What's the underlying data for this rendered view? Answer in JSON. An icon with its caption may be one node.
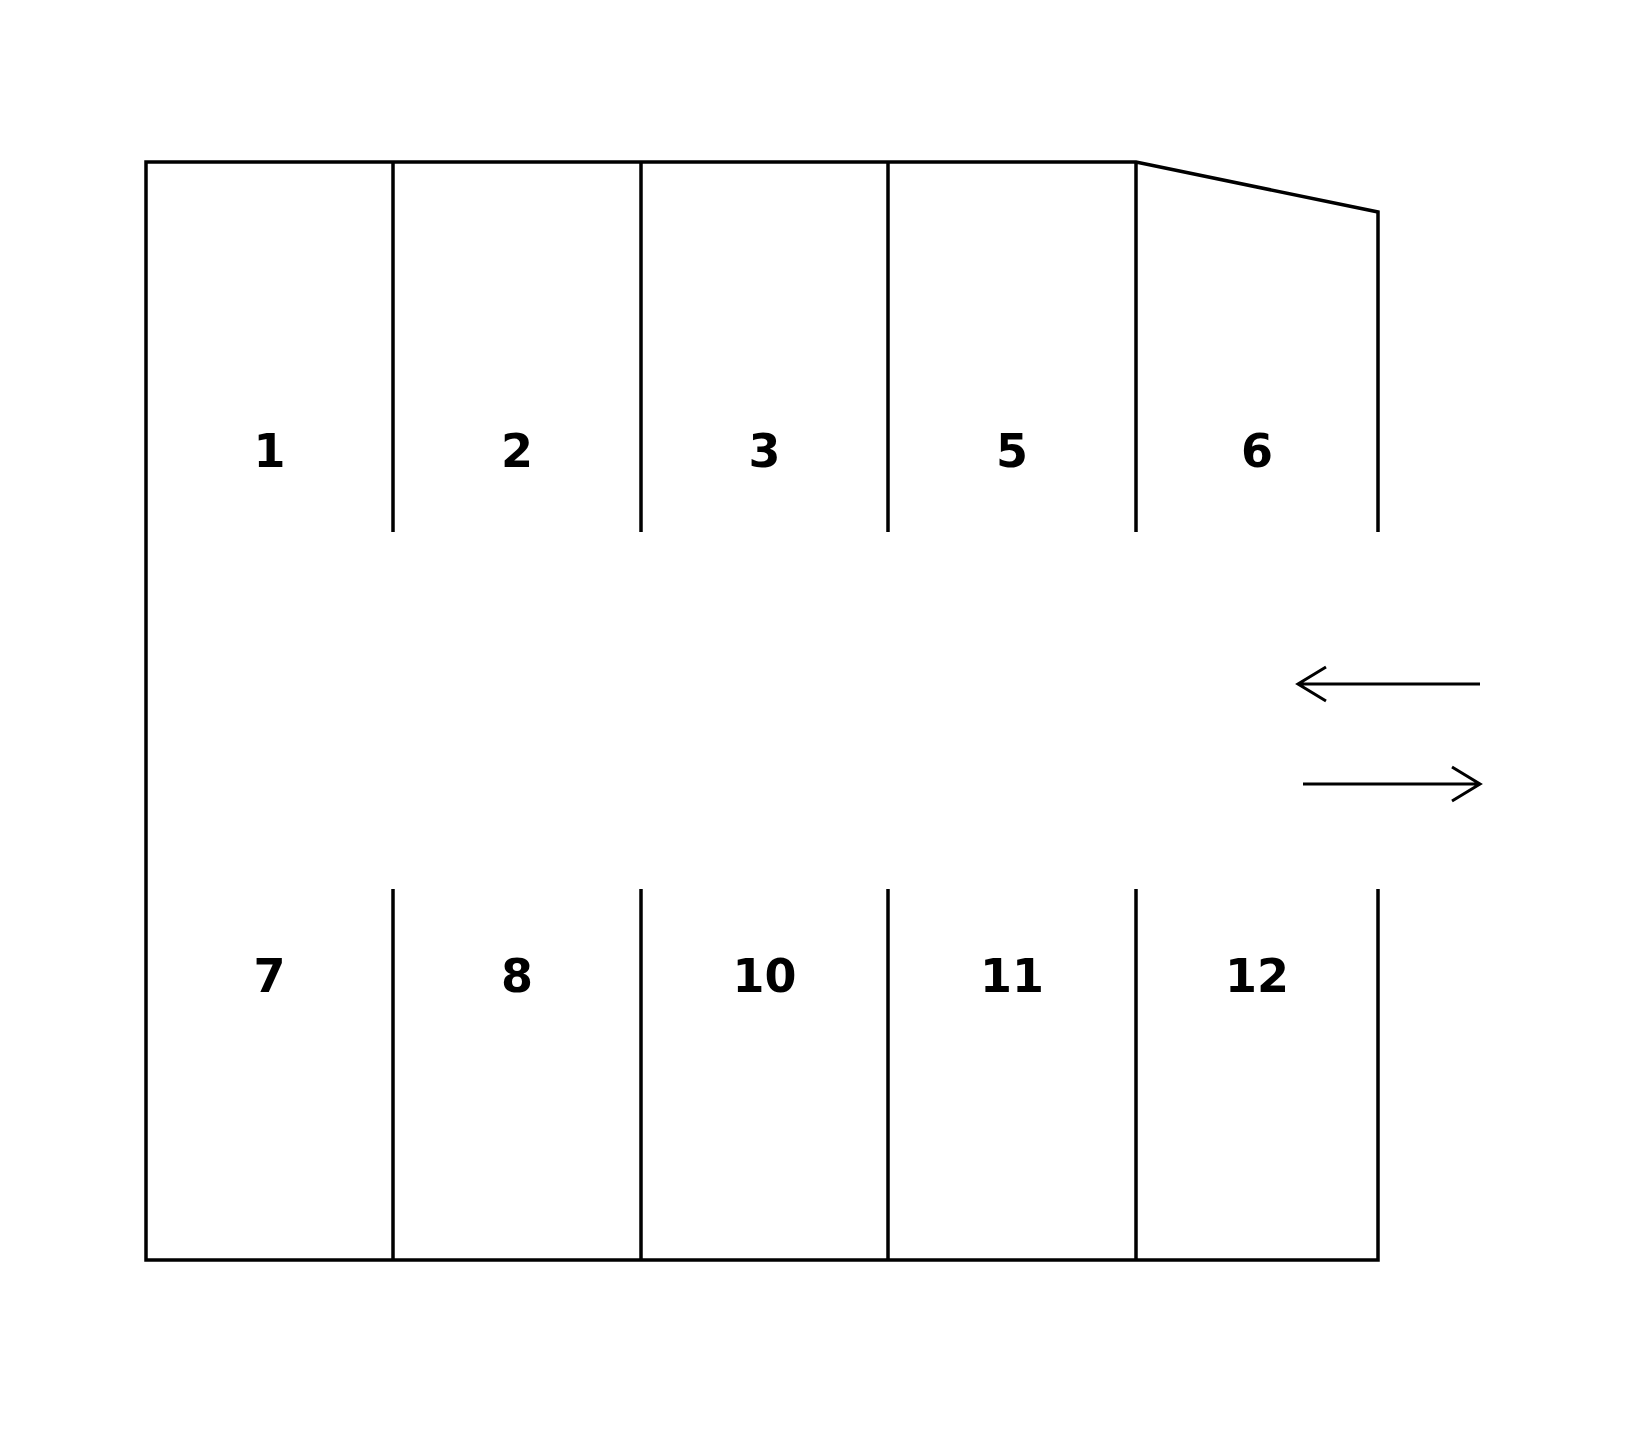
{
  "diagram": {
    "labels": [
      "1",
      "2",
      "3",
      "5",
      "6",
      "7",
      "8",
      "10",
      "11",
      "12"
    ]
  }
}
